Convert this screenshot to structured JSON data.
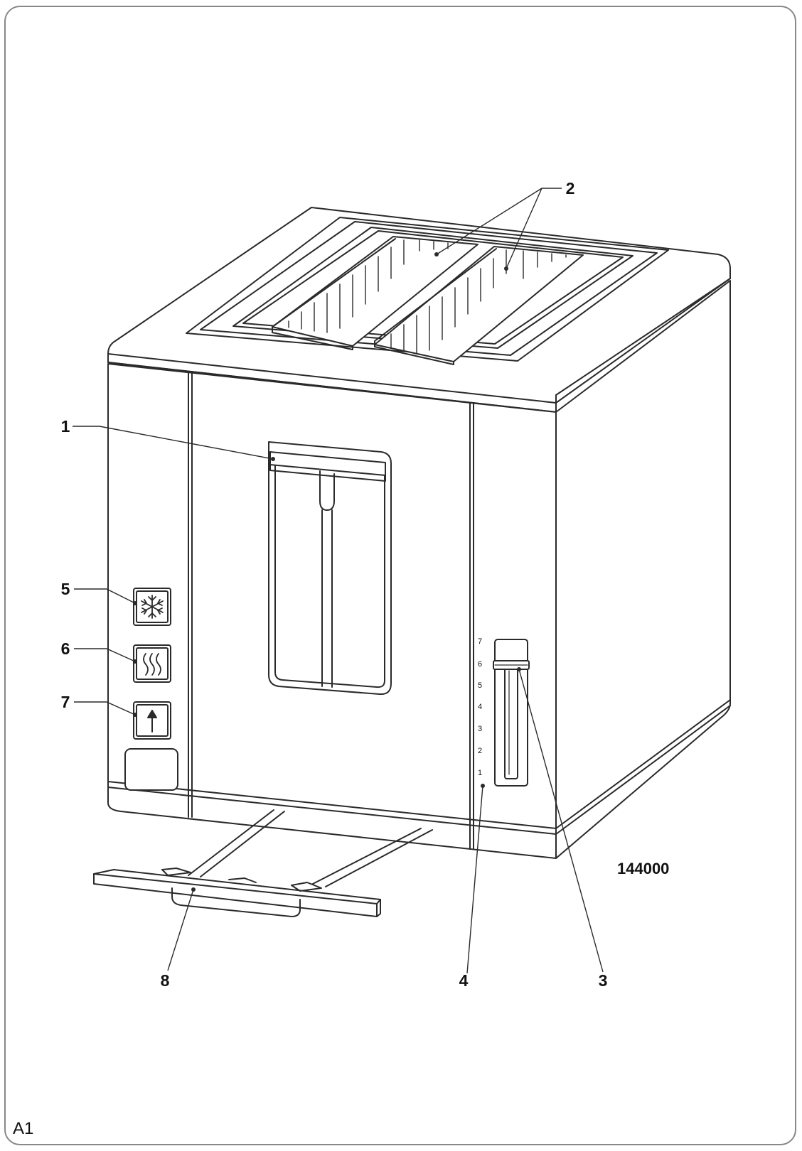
{
  "figure_label": "A1",
  "model_number": "144000",
  "browning_levels": [
    "7",
    "6",
    "5",
    "4",
    "3",
    "2",
    "1"
  ],
  "callouts": {
    "c1": "1",
    "c2": "2",
    "c3": "3",
    "c4": "4",
    "c5": "5",
    "c6": "6",
    "c7": "7",
    "c8": "8"
  },
  "colors": {
    "line": "#2a2a2a",
    "frame": "#888888"
  },
  "icons": {
    "button_5": "snowflake-icon",
    "button_6": "heat-waves-icon",
    "button_7": "arrow-up-icon"
  }
}
